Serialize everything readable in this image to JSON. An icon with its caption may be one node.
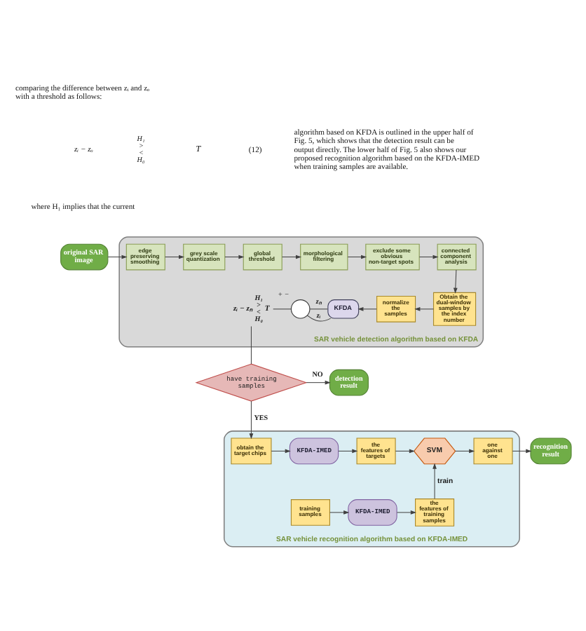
{
  "diagram": {
    "nodes": [
      {
        "text": [
          "SAR vehicle detection algorithm based on KFDA"
        ]
      },
      {
        "text": [
          "original SAR image"
        ]
      },
      {
        "text": [
          "edge preserving smoothing"
        ],
        "in": 0
      },
      {
        "text": [
          "grey scale quantization"
        ],
        "in": 0
      },
      {
        "text": [
          "global threshold"
        ],
        "in": 0
      },
      {
        "text": [
          "morphological filtering"
        ],
        "in": 0
      },
      {
        "text": [
          "exclude some obvious non-target spots"
        ],
        "in": 0
      },
      {
        "text": [
          "connected component analysis"
        ],
        "in": 0
      },
      {
        "text": [
          "Obtain the dual-window samples by the index number"
        ],
        "in": 0
      },
      {
        "text": [
          "normalize the samples"
        ],
        "in": 0
      },
      {
        "text": [
          "KFDA"
        ],
        "in": 0
      },
      {
        "text": [],
        "shape": "circle",
        "in": 0,
        "beside": [
          "+",
          "−"
        ]
      },
      {
        "text": [
          "zᵢ − zₙ",
          "H₁ > < H₀",
          "T"
        ],
        "in": 0
      },
      {
        "text": [
          "have training samples"
        ]
      },
      {
        "text": [
          "detection result"
        ]
      },
      {
        "text": [
          "SAR vehicle recognition algorithm based on KFDA-IMED"
        ]
      },
      {
        "text": [
          "obtain the target chips"
        ],
        "in": 15
      },
      {
        "text": [
          "KFDA-IMED"
        ],
        "in": 15
      },
      {
        "text": [
          "the features of targets"
        ],
        "in": 15
      },
      {
        "text": [
          "SVM"
        ],
        "in": 15
      },
      {
        "text": [
          "one against one"
        ],
        "in": 15
      },
      {
        "text": [
          "recognition result"
        ]
      },
      {
        "text": [
          "training samples"
        ],
        "in": 15
      },
      {
        "text": [
          "KFDA-IMED"
        ],
        "in": 15
      },
      {
        "text": [
          "the features of training samples"
        ],
        "in": 15
      }
    ],
    "edges": [
      {
        "from": 1,
        "to": 2,
        "arrow": "to"
      },
      {
        "from": 2,
        "to": 3,
        "arrow": "to"
      },
      {
        "from": 3,
        "to": 4,
        "arrow": "to"
      },
      {
        "from": 4,
        "to": 5,
        "arrow": "to"
      },
      {
        "from": 5,
        "to": 6,
        "arrow": "to"
      },
      {
        "from": 6,
        "to": 7,
        "arrow": "to"
      },
      {
        "from": 7,
        "to": 8,
        "arrow": "to"
      },
      {
        "from": 8,
        "to": 9,
        "arrow": "to"
      },
      {
        "from": 9,
        "to": 10,
        "arrow": "to"
      },
      {
        "from": 10,
        "to": 11,
        "label": "zᵢ",
        "arrow": "none"
      },
      {
        "from": 10,
        "to": 11,
        "label": "zₙ",
        "arrow": "none"
      },
      {
        "from": 11,
        "to": 12,
        "arrow": "none"
      },
      {
        "from": 12,
        "to": 13,
        "arrow": "none"
      },
      {
        "from": 13,
        "to": 14,
        "label": "NO",
        "arrow": "to"
      },
      {
        "from": 13,
        "to": 16,
        "label": "YES",
        "arrow": "to"
      },
      {
        "from": 16,
        "to": 17,
        "arrow": "to"
      },
      {
        "from": 17,
        "to": 18,
        "arrow": "to"
      },
      {
        "from": 18,
        "to": 19,
        "arrow": "to"
      },
      {
        "from": 19,
        "to": 20,
        "arrow": "to"
      },
      {
        "from": 20,
        "to": 21,
        "arrow": "to"
      },
      {
        "from": 22,
        "to": 23,
        "arrow": "to"
      },
      {
        "from": 23,
        "to": 24,
        "arrow": "to"
      },
      {
        "from": 24,
        "to": 19,
        "label": "train",
        "arrow": "to"
      }
    ],
    "labels": [
      "comparing the difference between zᵢ and zₒ with a threshold as follows:",
      "zᵢ − zₒ",
      "H₁ > < H₀",
      "T",
      "(12)",
      "where H₁ implies that the current",
      "algorithm based on KFDA is outlined in the upper half of Fig. 5, which shows that the detection result can be output directly. The lower half of Fig. 5 also shows our proposed recognition algorithm based on the KFDA-IMED when training samples are available."
    ]
  }
}
